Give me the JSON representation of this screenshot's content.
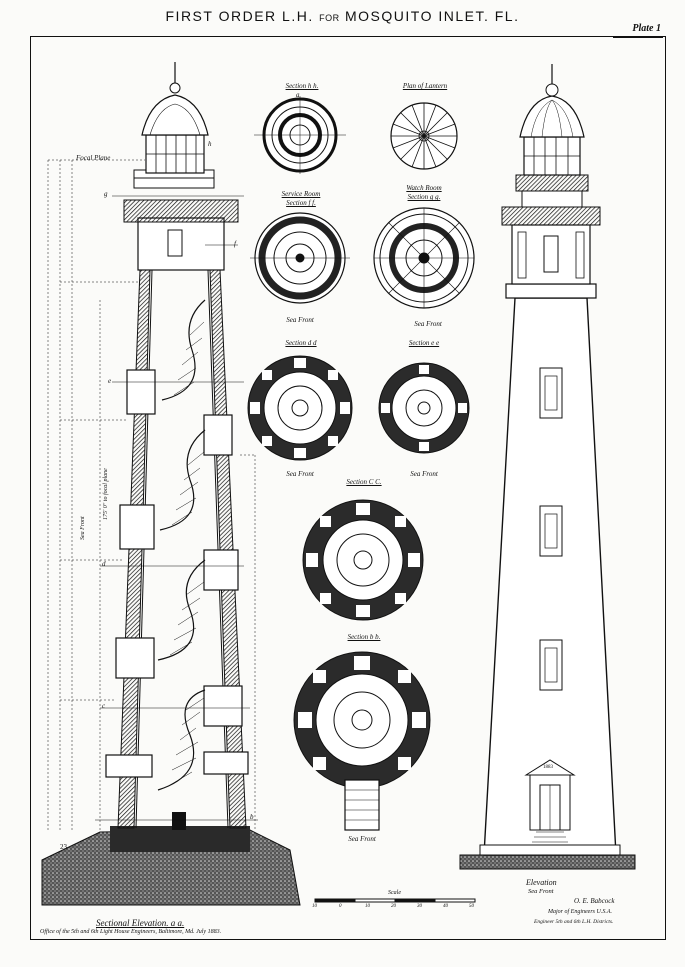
{
  "header": {
    "title_main": "FIRST ORDER L.H.",
    "title_for": "FOR",
    "title_place": "MOSQUITO INLET. FL.",
    "plate": "Plate 1"
  },
  "sections": {
    "section_hh": "Section h h.",
    "plan_lantern": "Plan of Lantern",
    "service_room": "Service Room",
    "service_room_sub": "Section f f.",
    "watch_room": "Watch Room",
    "watch_room_sub": "Section g g.",
    "section_dd": "Section d d",
    "section_ee": "Section e e",
    "section_cc": "Section C C.",
    "section_bb": "Section b b.",
    "sea_front": "Sea Front",
    "axis_a": "a"
  },
  "left_view": {
    "caption": "Sectional Elevation. a a.",
    "credit": "Office of the 5th and 6th Light House Engineers, Baltimore, Md. July 1883.",
    "letters": [
      "h",
      "g",
      "f",
      "e",
      "d",
      "c",
      "b"
    ],
    "vert_dims": [
      "175' 0\" to focal plane",
      "Sea Front"
    ],
    "focal_plane": "Focal Plane",
    "marker": "23"
  },
  "right_view": {
    "caption": "Elevation",
    "caption_sub": "Sea Front",
    "door_date": "1883"
  },
  "scale": {
    "label": "Scale",
    "ticks": [
      "10",
      "0",
      "10",
      "20",
      "30",
      "40",
      "50"
    ]
  },
  "signature": {
    "name": "O. E. Babcock",
    "line1": "Major of Engineers U.S.A.",
    "line2": "Engineer 5th and 6th L.H. Districts."
  }
}
